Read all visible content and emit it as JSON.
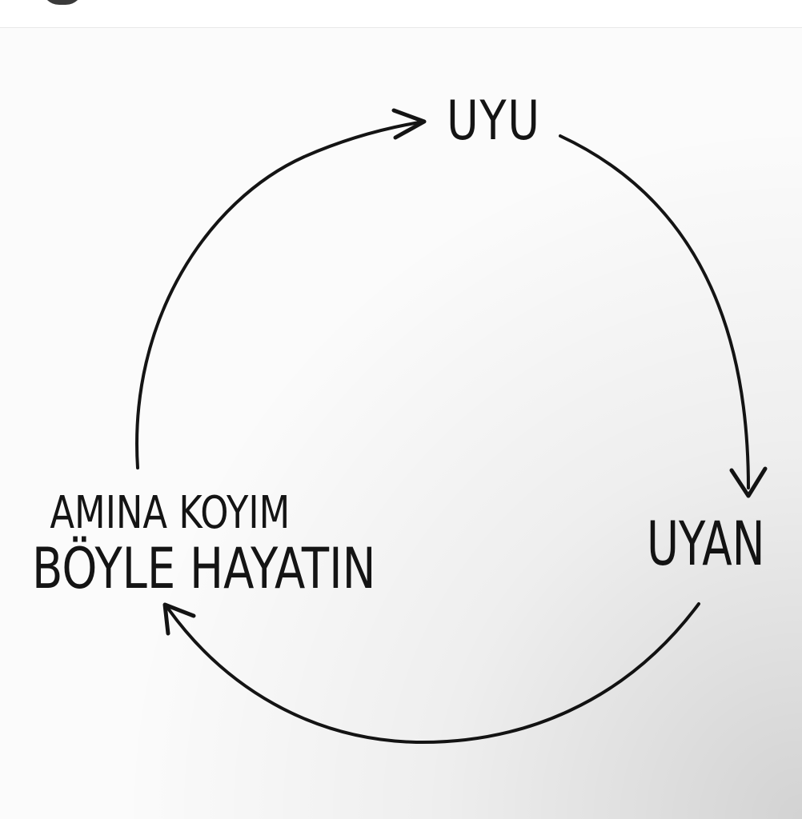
{
  "diagram": {
    "type": "cycle",
    "stroke_color": "#141414",
    "nodes": [
      {
        "id": "sleep",
        "label": "UYU"
      },
      {
        "id": "wake",
        "label": "UYAN"
      },
      {
        "id": "life",
        "lines": [
          "AMINA KOYIM",
          "BÖYLE HAYATIN"
        ]
      }
    ],
    "edges": [
      {
        "from": "sleep",
        "to": "wake"
      },
      {
        "from": "wake",
        "to": "life"
      },
      {
        "from": "life",
        "to": "sleep"
      }
    ]
  }
}
